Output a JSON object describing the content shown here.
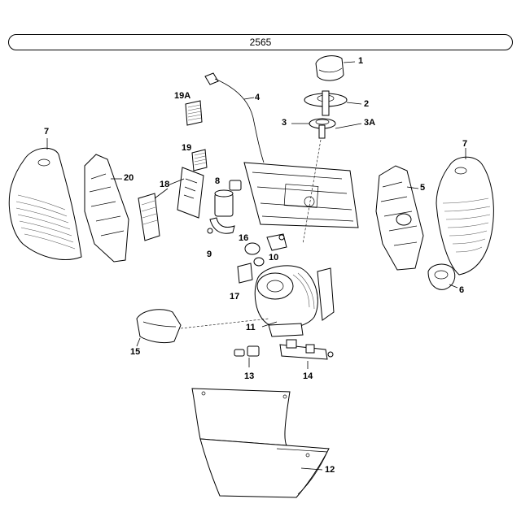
{
  "diagram_title": "2565",
  "parts": [
    {
      "id": "p1",
      "label": "1"
    },
    {
      "id": "p2",
      "label": "2"
    },
    {
      "id": "p3",
      "label": "3"
    },
    {
      "id": "p3a",
      "label": "3A"
    },
    {
      "id": "p4",
      "label": "4"
    },
    {
      "id": "p5",
      "label": "5"
    },
    {
      "id": "p6",
      "label": "6"
    },
    {
      "id": "p7l",
      "label": "7"
    },
    {
      "id": "p7r",
      "label": "7"
    },
    {
      "id": "p8",
      "label": "8"
    },
    {
      "id": "p9",
      "label": "9"
    },
    {
      "id": "p10",
      "label": "10"
    },
    {
      "id": "p11",
      "label": "11"
    },
    {
      "id": "p12",
      "label": "12"
    },
    {
      "id": "p13",
      "label": "13"
    },
    {
      "id": "p14",
      "label": "14"
    },
    {
      "id": "p15",
      "label": "15"
    },
    {
      "id": "p16",
      "label": "16"
    },
    {
      "id": "p17",
      "label": "17"
    },
    {
      "id": "p18",
      "label": "18"
    },
    {
      "id": "p19",
      "label": "19"
    },
    {
      "id": "p19a",
      "label": "19A"
    },
    {
      "id": "p20",
      "label": "20"
    }
  ]
}
